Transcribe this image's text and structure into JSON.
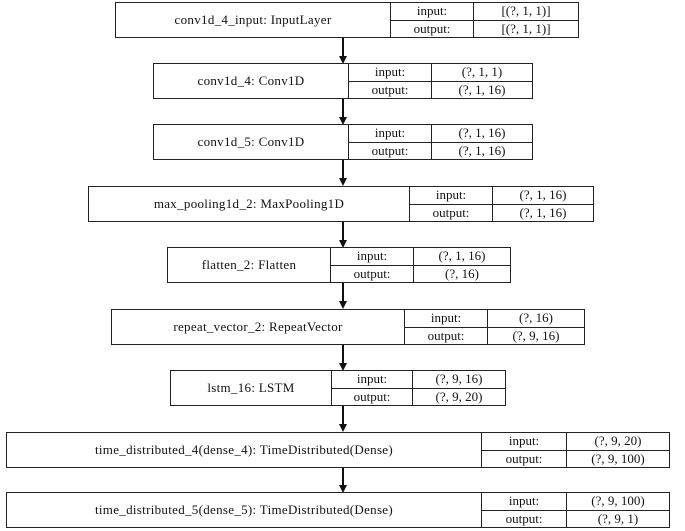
{
  "layers": [
    {
      "name": "conv1d_4_input: InputLayer",
      "input_label": "input:",
      "input_shape": "[(?, 1, 1)]",
      "output_label": "output:",
      "output_shape": "[(?, 1, 1)]"
    },
    {
      "name": "conv1d_4: Conv1D",
      "input_label": "input:",
      "input_shape": "(?, 1, 1)",
      "output_label": "output:",
      "output_shape": "(?, 1, 16)"
    },
    {
      "name": "conv1d_5: Conv1D",
      "input_label": "input:",
      "input_shape": "(?, 1, 16)",
      "output_label": "output:",
      "output_shape": "(?, 1, 16)"
    },
    {
      "name": "max_pooling1d_2: MaxPooling1D",
      "input_label": "input:",
      "input_shape": "(?, 1, 16)",
      "output_label": "output:",
      "output_shape": "(?, 1, 16)"
    },
    {
      "name": "flatten_2: Flatten",
      "input_label": "input:",
      "input_shape": "(?, 1, 16)",
      "output_label": "output:",
      "output_shape": "(?, 16)"
    },
    {
      "name": "repeat_vector_2: RepeatVector",
      "input_label": "input:",
      "input_shape": "(?, 16)",
      "output_label": "output:",
      "output_shape": "(?, 9, 16)"
    },
    {
      "name": "lstm_16: LSTM",
      "input_label": "input:",
      "input_shape": "(?, 9, 16)",
      "output_label": "output:",
      "output_shape": "(?, 9, 20)"
    },
    {
      "name": "time_distributed_4(dense_4): TimeDistributed(Dense)",
      "input_label": "input:",
      "input_shape": "(?, 9, 20)",
      "output_label": "output:",
      "output_shape": "(?, 9, 100)"
    },
    {
      "name": "time_distributed_5(dense_5): TimeDistributed(Dense)",
      "input_label": "input:",
      "input_shape": "(?, 9, 100)",
      "output_label": "output:",
      "output_shape": "(?, 9, 1)"
    }
  ],
  "colors": {
    "line": "#222222",
    "background": "#ffffff",
    "text": "#111111"
  }
}
